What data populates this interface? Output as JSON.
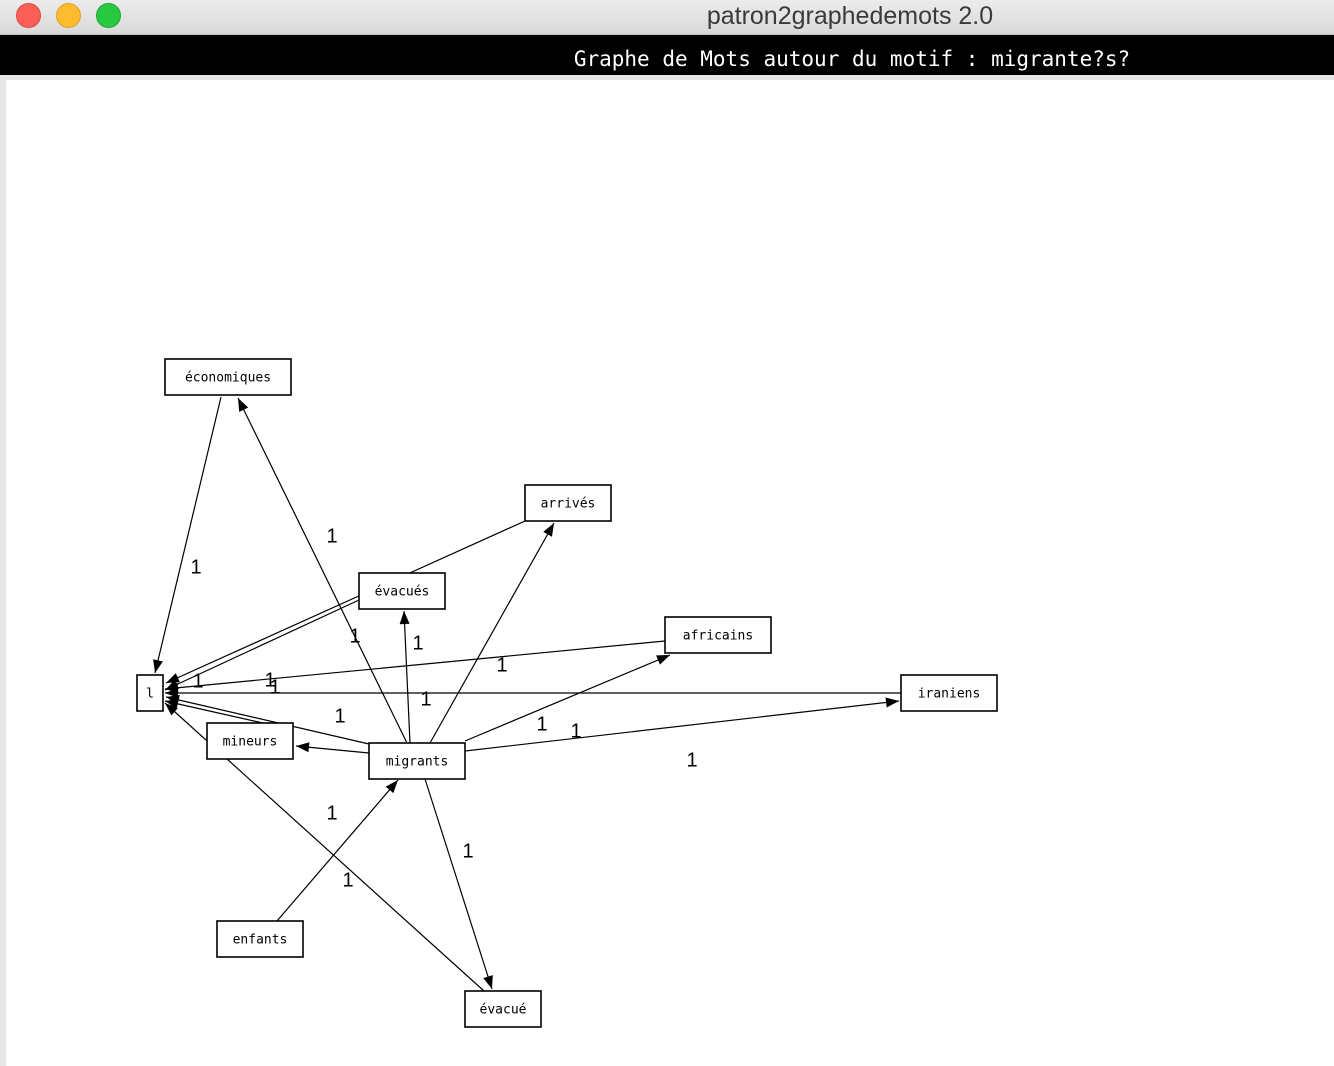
{
  "window": {
    "title": "patron2graphedemots 2.0"
  },
  "header": {
    "title": "Graphe de Mots autour du motif : migrante?s?"
  },
  "graph": {
    "nodes": [
      {
        "id": "economiques",
        "label": "économiques"
      },
      {
        "id": "arrives",
        "label": "arrivés"
      },
      {
        "id": "evacues",
        "label": "évacués"
      },
      {
        "id": "africains",
        "label": "africains"
      },
      {
        "id": "l",
        "label": "l"
      },
      {
        "id": "iraniens",
        "label": "iraniens"
      },
      {
        "id": "mineurs",
        "label": "mineurs"
      },
      {
        "id": "migrants",
        "label": "migrants"
      },
      {
        "id": "enfants",
        "label": "enfants"
      },
      {
        "id": "evacue",
        "label": "évacué"
      }
    ],
    "edges": [
      {
        "from": "economiques",
        "to": "l",
        "weight": "1"
      },
      {
        "from": "migrants",
        "to": "economiques",
        "weight": "1"
      },
      {
        "from": "evacues",
        "to": "l",
        "weight": "1"
      },
      {
        "from": "arrives",
        "to": "l",
        "weight": "1"
      },
      {
        "from": "migrants",
        "to": "arrives",
        "weight": "1"
      },
      {
        "from": "migrants",
        "to": "evacues",
        "weight": "1"
      },
      {
        "from": "africains",
        "to": "l",
        "weight": "1"
      },
      {
        "from": "migrants",
        "to": "africains",
        "weight": "1"
      },
      {
        "from": "iraniens",
        "to": "l",
        "weight": "1"
      },
      {
        "from": "migrants",
        "to": "iraniens",
        "weight": "1"
      },
      {
        "from": "mineurs",
        "to": "l",
        "weight": "1"
      },
      {
        "from": "migrants",
        "to": "mineurs",
        "weight": "1"
      },
      {
        "from": "migrants",
        "to": "l",
        "weight": "1"
      },
      {
        "from": "enfants",
        "to": "migrants",
        "weight": "1"
      },
      {
        "from": "evacue",
        "to": "l",
        "weight": "1"
      },
      {
        "from": "migrants",
        "to": "evacue",
        "weight": "1"
      }
    ]
  }
}
